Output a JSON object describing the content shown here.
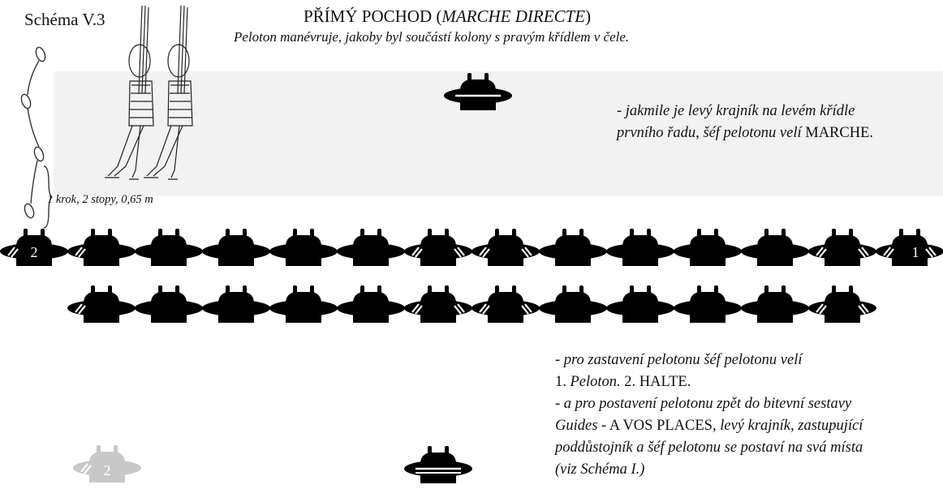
{
  "header": {
    "schema_label": "Schéma V.3",
    "title_plain": "PŘÍMÝ POCHOD  (",
    "title_italic": "MARCHE DIRECTE",
    "title_close": ")",
    "subtitle": "Peloton manévruje, jakoby byl součástí kolony s pravým křídlem v čele."
  },
  "step_note": "1 krok, 2 stopy, 0,65 m",
  "note_top": {
    "line1": "- jakmile je levý krajník na levém křídle",
    "line2_italic": "prvního řadu, šéf pelotonu velí ",
    "line2_plain": "MARCHE."
  },
  "note_bottom": {
    "l1": "- pro zastavení pelotonu šéf pelotonu velí",
    "l2a": "1. ",
    "l2b": "Peloton.",
    "l2c": " 2. HALTE.",
    "l3": "- a pro postavení pelotonu zpět do bitevní sestavy",
    "l4a": "Guides",
    "l4b": " - A VOS PLACES,",
    "l4c": " levý krajník, zastupující",
    "l5": "poddůstojník a šéf pelotonu se postaví na svá místa",
    "l6": "(viz Schéma I.)"
  },
  "figure_labels": {
    "front_left": "2",
    "front_right": "1",
    "ghost": "2"
  },
  "colors": {
    "soldier": "#000000",
    "ghost": "#c8c8c8",
    "band": "#f2f2f2"
  }
}
